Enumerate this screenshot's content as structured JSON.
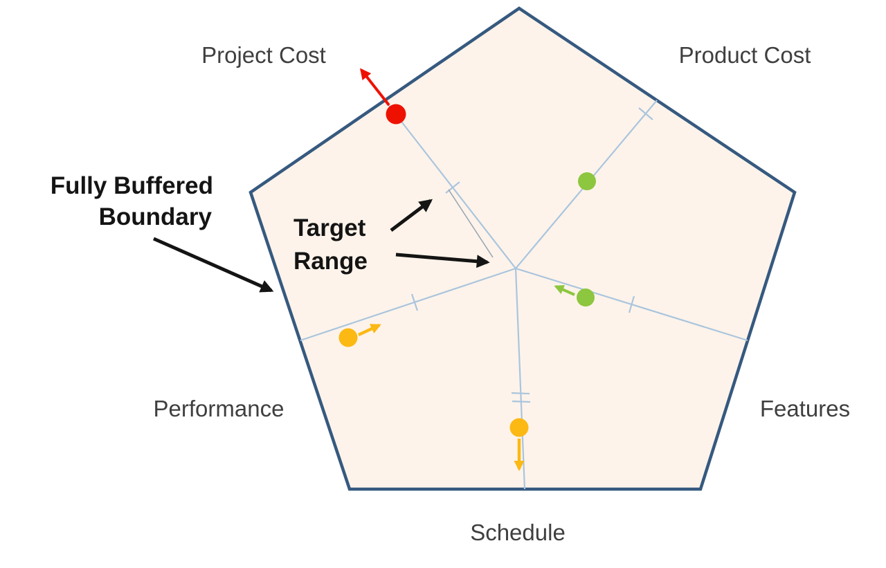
{
  "diagram": {
    "type": "pentagon-tradeoff-diagram",
    "description": "Project trade-off pentagon with five axes, target ranges, fully buffered boundary and colored status markers",
    "axis_labels": {
      "project_cost": "Project Cost",
      "product_cost": "Product Cost",
      "features": "Features",
      "schedule": "Schedule",
      "performance": "Performance"
    },
    "annotations": {
      "fully_buffered_line1": "Fully Buffered",
      "fully_buffered_line2": "Boundary",
      "target_range_line1": "Target",
      "target_range_line2": "Range"
    },
    "colors": {
      "pentagon_border": "#36597f",
      "pentagon_fill": "#fdf3ea",
      "axis_line": "#aac5de",
      "range_line": "#98a6b3",
      "status_red": "#ee1100",
      "status_green": "#8dc63f",
      "status_amber": "#fcb813",
      "annotation_black": "#141414",
      "label_gray": "#3f3f3f"
    },
    "status_markers": [
      {
        "axis": "Project Cost",
        "status": "red",
        "trend": "moving outward past fully buffered boundary"
      },
      {
        "axis": "Product Cost",
        "status": "green",
        "trend": "stable near target"
      },
      {
        "axis": "Features",
        "status": "green",
        "trend": "moving inward toward target"
      },
      {
        "axis": "Schedule",
        "status": "amber",
        "trend": "moving outward away from target"
      },
      {
        "axis": "Performance",
        "status": "amber",
        "trend": "moving inward toward target"
      }
    ]
  }
}
